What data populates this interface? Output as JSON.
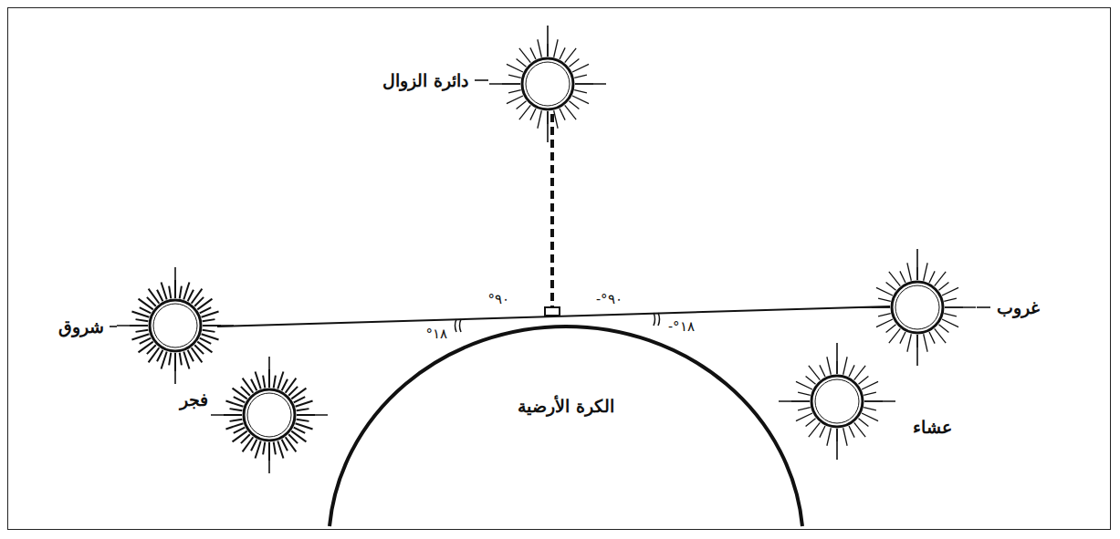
{
  "diagram": {
    "labels": [
      "دائرة الزوال",
      "شروق",
      "فجر",
      "الكرة الأرضية",
      "عشاء",
      "غروب",
      "°٩٠",
      "-°٩٠",
      "°١٨",
      "-°١٨"
    ]
  }
}
